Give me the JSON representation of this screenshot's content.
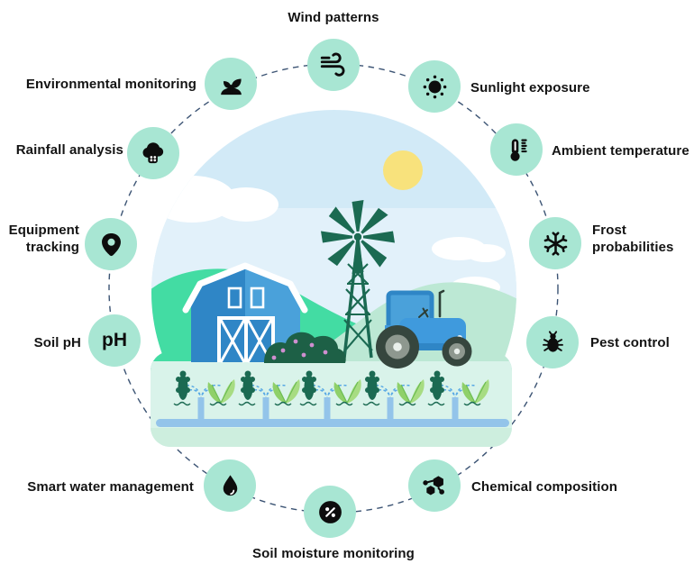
{
  "infographic": {
    "name": "Smart farming monitoring diagram",
    "center_scene": {
      "name": "farm-illustration",
      "elements": [
        "sky",
        "sun",
        "clouds",
        "green-hills",
        "blue-barn",
        "windmill",
        "blue-tractor",
        "berry-bush",
        "crop-rows",
        "irrigation-sprinkler-pipes"
      ]
    }
  },
  "colors": {
    "page_bg": "#ffffff",
    "node_bg": "#a8e6d3",
    "icon": "#0d0d0d",
    "label_text": "#141414",
    "dashed_ring": "#3c5474",
    "sky": "#d2eaf7",
    "sky_light": "#e2f1fa",
    "sun": "#f8e27c",
    "hill_bright_green": "#43dca3",
    "hill_pale_green": "#bce8d4",
    "ground": "#d9f3ea",
    "ground_strip": "#cdeede",
    "windmill_green": "#1b6a52",
    "barn_blue_dark": "#2f86c6",
    "barn_blue_light": "#4aa1da",
    "tractor_blue": "#3f9add",
    "pipe_blue": "#93c4ea",
    "crop_dark": "#1b6a52",
    "crop_light": "#a7dc82",
    "bush_green": "#1d6046",
    "berry_pink": "#cf8fd0"
  },
  "ring": {
    "items": [
      {
        "label": "Wind patterns",
        "icon": "wind-icon"
      },
      {
        "label": "Environmental monitoring",
        "icon": "sprout-icon"
      },
      {
        "label": "Sunlight exposure",
        "icon": "sun-icon"
      },
      {
        "label": "Rainfall analysis",
        "icon": "rain-cloud-icon"
      },
      {
        "label": "Ambient temperature",
        "icon": "thermometer-icon"
      },
      {
        "label": "Equipment tracking",
        "icon": "location-pin-icon"
      },
      {
        "label": "Frost probabilities",
        "icon": "snowflake-icon"
      },
      {
        "label": "Soil pH",
        "icon": "ph-text",
        "icon_text": "pH"
      },
      {
        "label": "Pest control",
        "icon": "bug-icon"
      },
      {
        "label": "Smart water management",
        "icon": "water-drop-icon"
      },
      {
        "label": "Chemical composition",
        "icon": "molecule-icon"
      },
      {
        "label": "Soil moisture monitoring",
        "icon": "percent-icon",
        "icon_text": "%"
      }
    ]
  }
}
